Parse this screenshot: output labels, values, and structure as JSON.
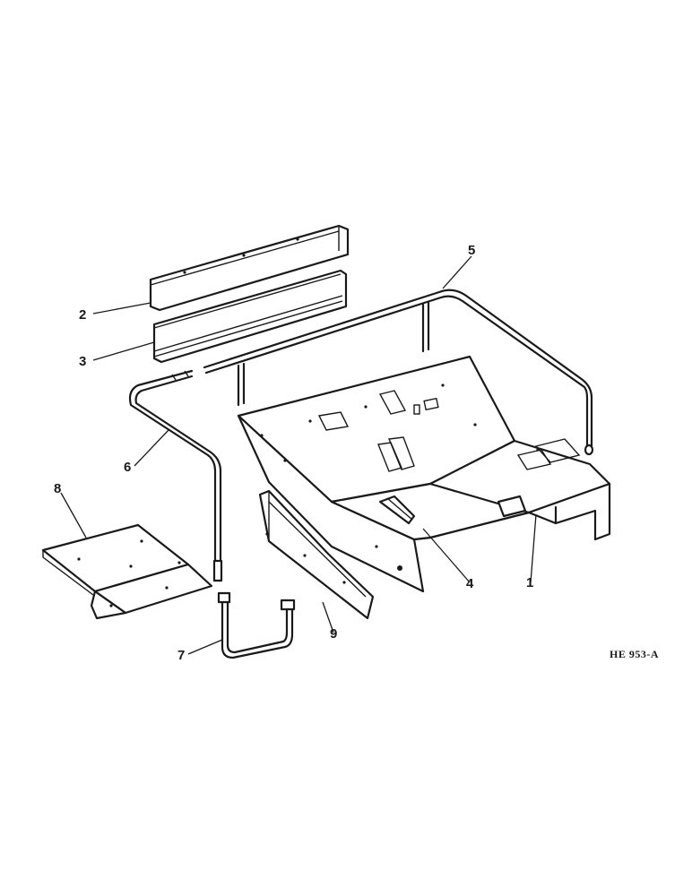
{
  "callouts": {
    "c1": "1",
    "c2": "2",
    "c3": "3",
    "c4": "4",
    "c5": "5",
    "c6": "6",
    "c7": "7",
    "c8": "8",
    "c9": "9"
  },
  "reference_code": "HE 953-A",
  "colors": {
    "ink": "#1a1a1a",
    "paper": "#ffffff"
  }
}
